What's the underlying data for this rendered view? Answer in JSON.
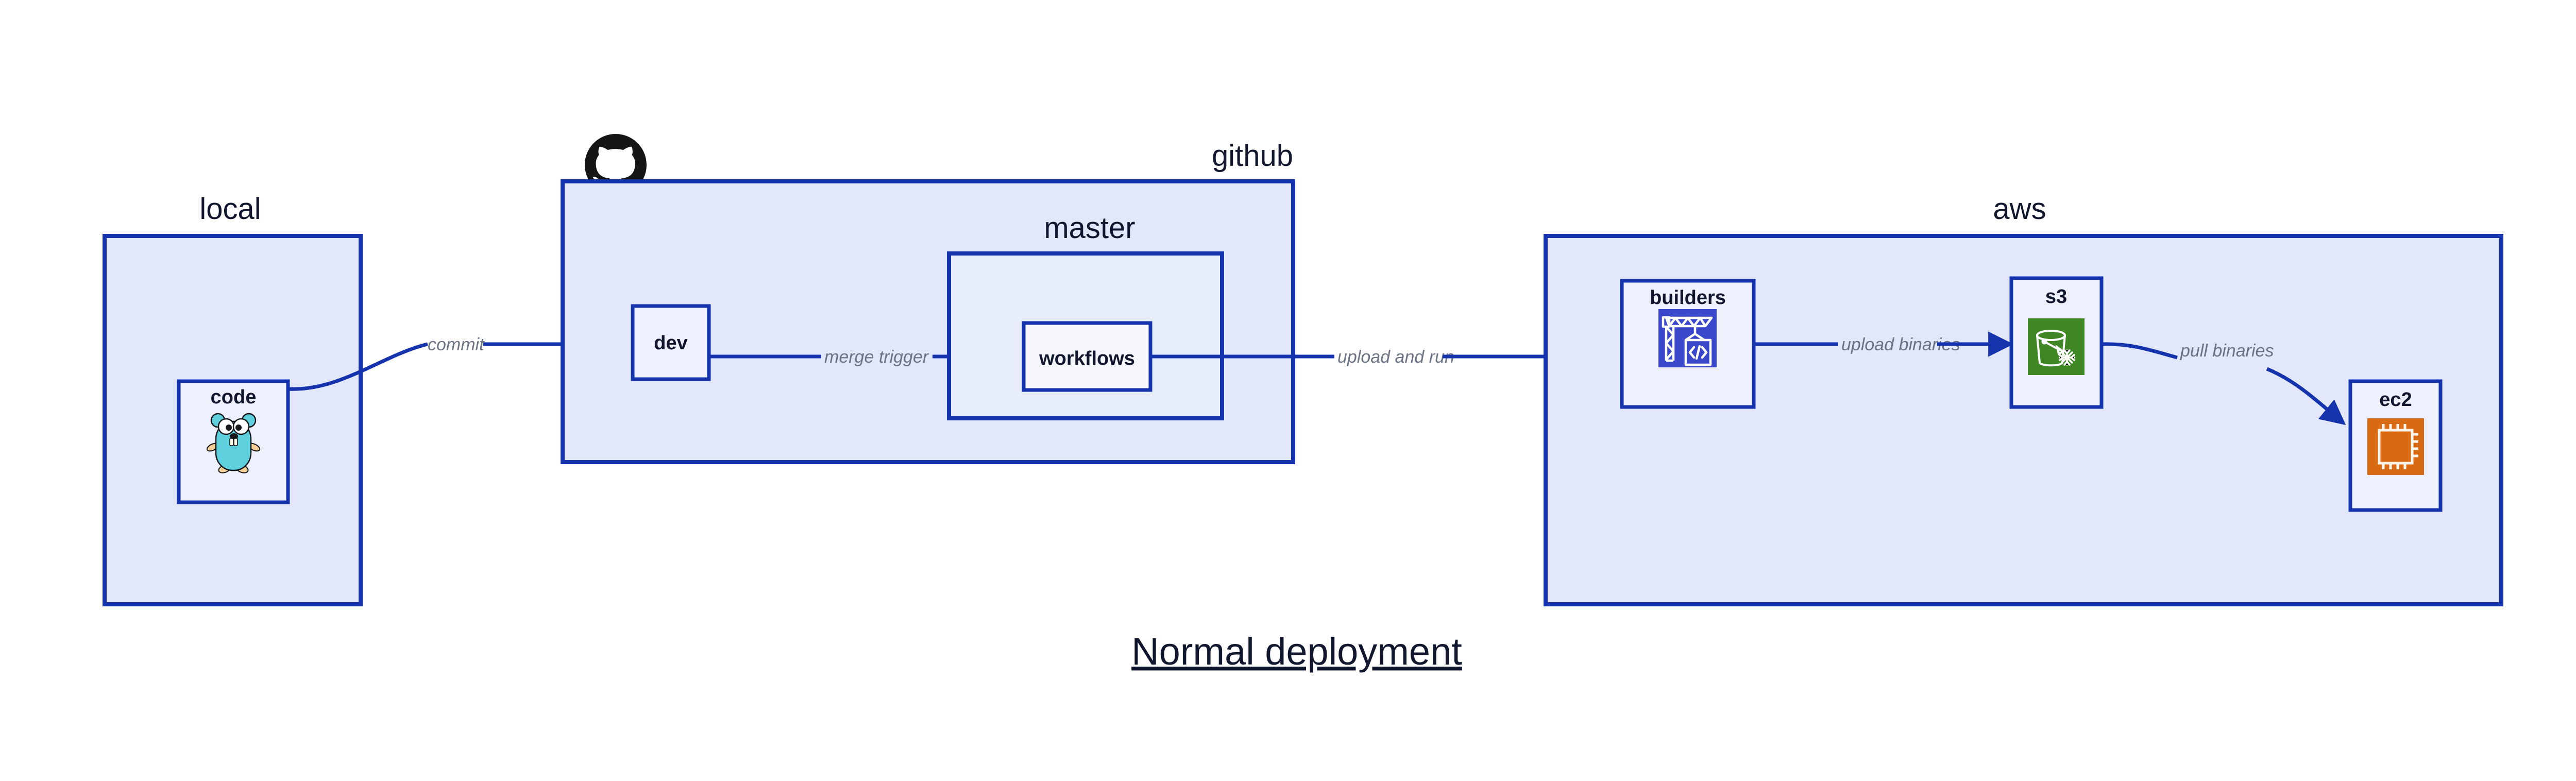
{
  "diagram": {
    "title": "Normal deployment",
    "background": "#ffffff",
    "accent_border": "#1433ad",
    "zone_fill": "#e2e7fa",
    "node_fill": "#eef1fd",
    "label_color": "#10172e",
    "edge_label_color": "#6a7283",
    "zones": [
      {
        "id": "local",
        "label": "local",
        "fill": "#e2e7fa"
      },
      {
        "id": "github",
        "label": "github",
        "fill": "#e2e7fa"
      },
      {
        "id": "master",
        "label": "master",
        "fill": "#e8edfb"
      },
      {
        "id": "aws",
        "label": "aws",
        "fill": "#e2e7fa"
      }
    ],
    "nodes": [
      {
        "id": "code",
        "label": "code",
        "icon": "go-gopher-icon",
        "icon_color": "#5dcfdd"
      },
      {
        "id": "dev",
        "label": "dev",
        "icon": "none",
        "icon_color": ""
      },
      {
        "id": "workflows",
        "label": "workflows",
        "icon": "none",
        "icon_color": ""
      },
      {
        "id": "builders",
        "label": "builders",
        "icon": "aws-codebuild-icon",
        "icon_color": "#3b48cc"
      },
      {
        "id": "s3",
        "label": "s3",
        "icon": "aws-s3-glacier-icon",
        "icon_color": "#3f8624"
      },
      {
        "id": "ec2",
        "label": "ec2",
        "icon": "aws-ec2-icon",
        "icon_color": "#d96a14"
      }
    ],
    "edges": [
      {
        "id": "commit",
        "label": "commit",
        "from": "code",
        "to": "dev"
      },
      {
        "id": "merge-trigger",
        "label": "merge trigger",
        "from": "dev",
        "to": "workflows"
      },
      {
        "id": "upload-and-run",
        "label": "upload and run",
        "from": "workflows",
        "to": "builders"
      },
      {
        "id": "upload-binaries",
        "label": "upload binaries",
        "from": "builders",
        "to": "s3"
      },
      {
        "id": "pull-binaries",
        "label": "pull binaries",
        "from": "s3",
        "to": "ec2"
      }
    ],
    "logos": [
      {
        "id": "github-logo",
        "name": "github-octocat-icon",
        "color": "#161614"
      }
    ]
  }
}
